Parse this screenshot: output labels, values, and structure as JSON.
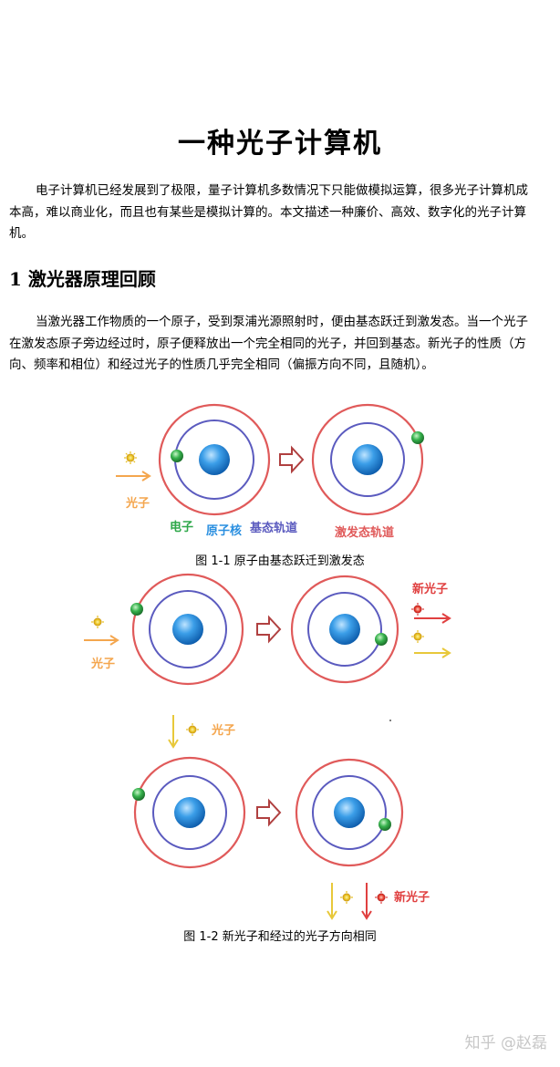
{
  "article": {
    "title": "一种光子计算机",
    "intro": "电子计算机已经发展到了极限，量子计算机多数情况下只能做模拟运算，很多光子计算机成本高，难以商业化，而且也有某些是模拟计算的。本文描述一种廉价、高效、数字化的光子计算机。",
    "section1_heading": "1 激光器原理回顾",
    "section1_body": "当激光器工作物质的一个原子，受到泵浦光源照射时，便由基态跃迁到激发态。当一个光子在激发态原子旁边经过时，原子便释放出一个完全相同的光子，并回到基态。新光子的性质（方向、频率和相位）和经过光子的性质几乎完全相同（偏振方向不同，且随机）。"
  },
  "figure1": {
    "photon_label": "光子",
    "electron_label": "电子",
    "nucleus_label": "原子核",
    "ground_orbit_label": "基态轨道",
    "excited_orbit_label": "激发态轨道",
    "caption": "图 1-1  原子由基态跃迁到激发态"
  },
  "figure2": {
    "photon_label_top": "光子",
    "new_photon_label_top": "新光子",
    "photon_label_middle": "光子",
    "new_photon_label_bottom": "新光子",
    "caption": "图 1-2 新光子和经过的光子方向相同"
  },
  "watermark": "知乎 @赵磊",
  "colors": {
    "orbit_outer": "#e05a5a",
    "orbit_inner": "#5b5bbf",
    "nucleus": "#2a8fe0",
    "electron": "#2fa84a",
    "photon_arrow": "#f4a64e",
    "new_photon": "#e04040",
    "process_arrow": "#b04040",
    "down_arrow": "#e8c83a"
  }
}
